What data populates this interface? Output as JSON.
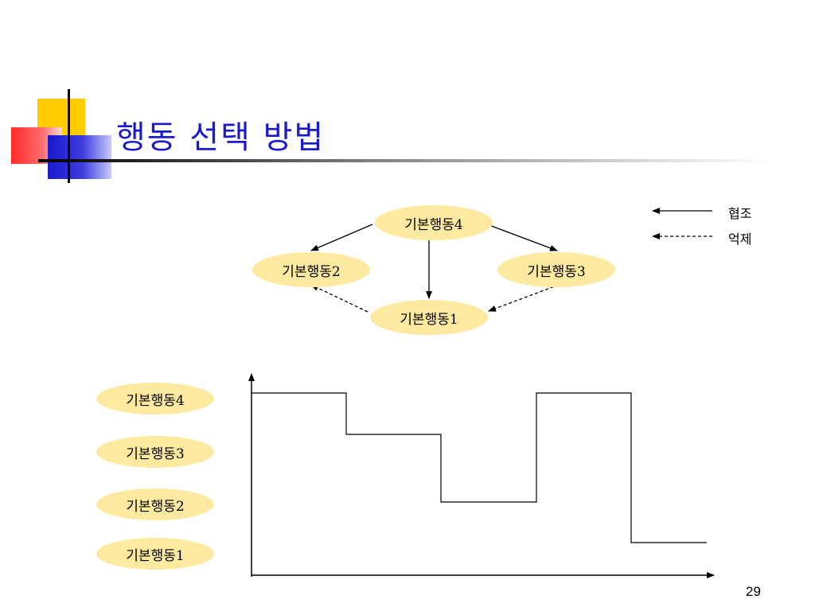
{
  "slide": {
    "title": "행동 선택 방법",
    "page_number": "29"
  },
  "legend": {
    "cooperation": "협조",
    "inhibition": "억제"
  },
  "top_diagram": {
    "behavior4": "기본행동4",
    "behavior2": "기본행동2",
    "behavior3": "기본행동3",
    "behavior1": "기본행동1"
  },
  "timeline": {
    "labels": [
      "기본행동4",
      "기본행동3",
      "기본행동2",
      "기본행동1"
    ],
    "active_levels": [
      "기본행동4",
      "기본행동3",
      "기본행동2",
      "기본행동4",
      "기본행동1"
    ]
  },
  "colors": {
    "title": "#1a1acc",
    "node_fill": "#fde9a0",
    "accent_yellow": "#ffcc00",
    "accent_red": "#ff2a2a",
    "accent_blue": "#1a1acc"
  }
}
